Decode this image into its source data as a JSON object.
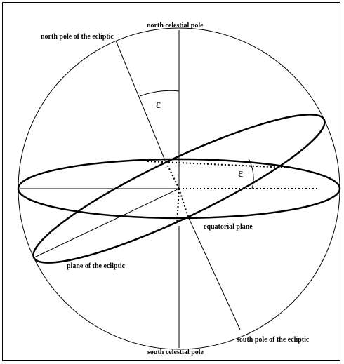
{
  "diagram": {
    "labels": {
      "north_celestial_pole": "north celestial pole",
      "north_pole_ecliptic": "north pole of the ecliptic",
      "equatorial_plane": "equatorial plane",
      "plane_of_ecliptic": "plane of the ecliptic",
      "south_celestial_pole": "south celestial pole",
      "south_pole_ecliptic": "south  pole of the ecliptic",
      "epsilon_upper": "ε",
      "epsilon_lower": "ε"
    },
    "colors": {
      "line": "#000000",
      "background": "#ffffff"
    }
  }
}
